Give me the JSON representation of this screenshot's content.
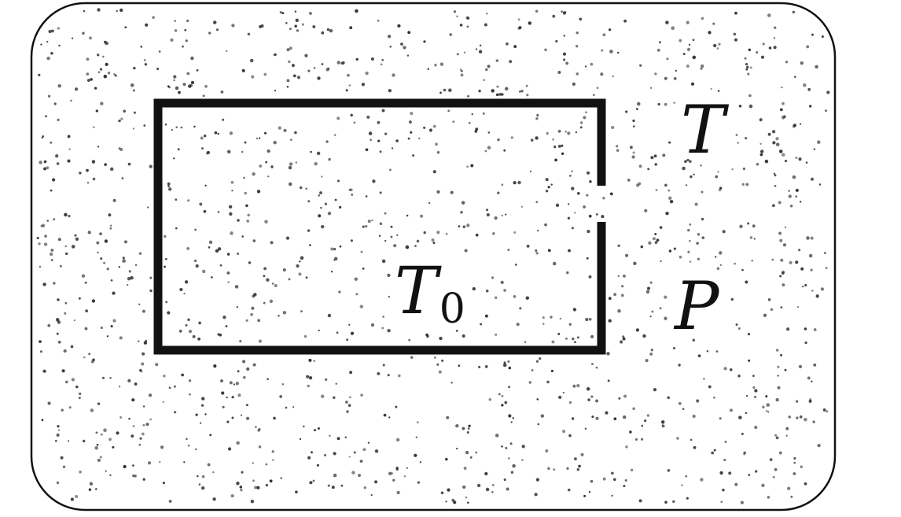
{
  "diagram": {
    "labels": {
      "inner_base": "T",
      "inner_sub": "0",
      "outer_temperature": "T",
      "outer_pressure": "P"
    },
    "colors": {
      "ink": "#111111",
      "background": "#ffffff",
      "dots": "#2a2a2a"
    },
    "texture": "stippled dots"
  }
}
